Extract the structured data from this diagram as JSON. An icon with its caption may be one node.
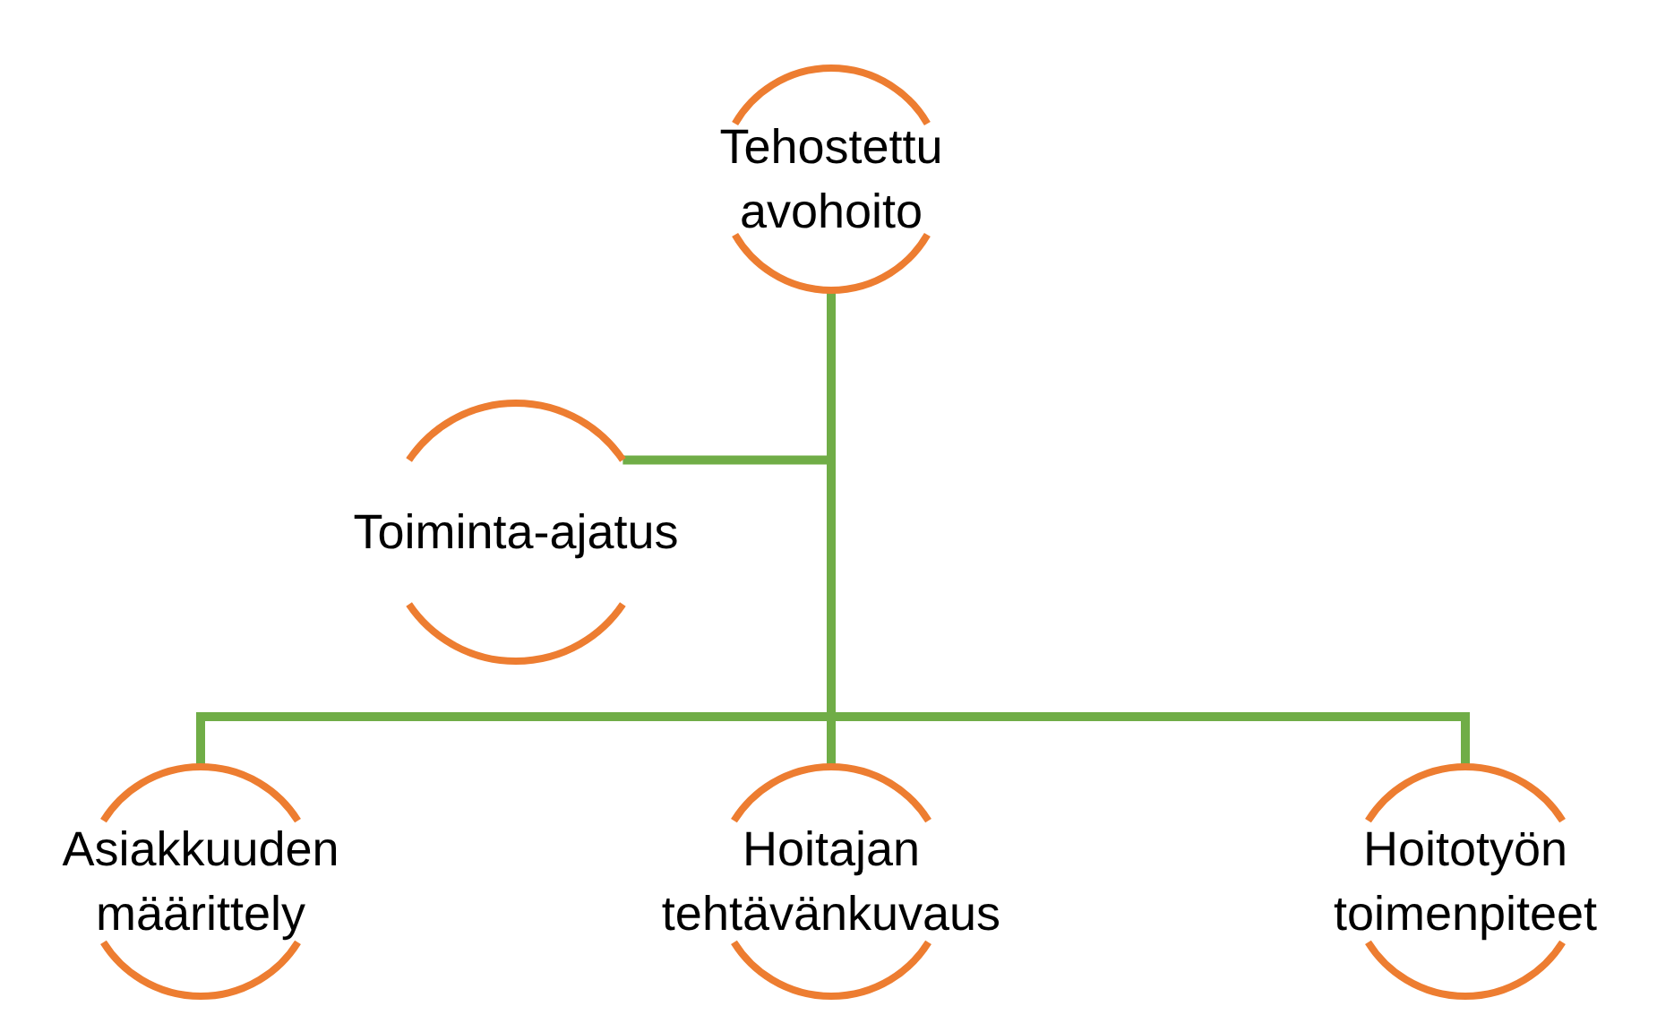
{
  "diagram": {
    "nodes": [
      {
        "text": [
          "Tehostettu avohoito"
        ]
      },
      {
        "text": [
          "Toiminta-ajatus"
        ]
      },
      {
        "text": [
          "Asiakkuuden määrittely"
        ]
      },
      {
        "text": [
          "Hoitajan tehtävänkuvaus"
        ]
      },
      {
        "text": [
          "Hoitotyön toimenpiteet"
        ]
      }
    ],
    "edges": [
      {
        "from": 0,
        "to": 1,
        "arrow": "none"
      },
      {
        "from": 0,
        "to": 2,
        "arrow": "none"
      },
      {
        "from": 0,
        "to": 3,
        "arrow": "none"
      },
      {
        "from": 0,
        "to": 4,
        "arrow": "none"
      }
    ]
  }
}
